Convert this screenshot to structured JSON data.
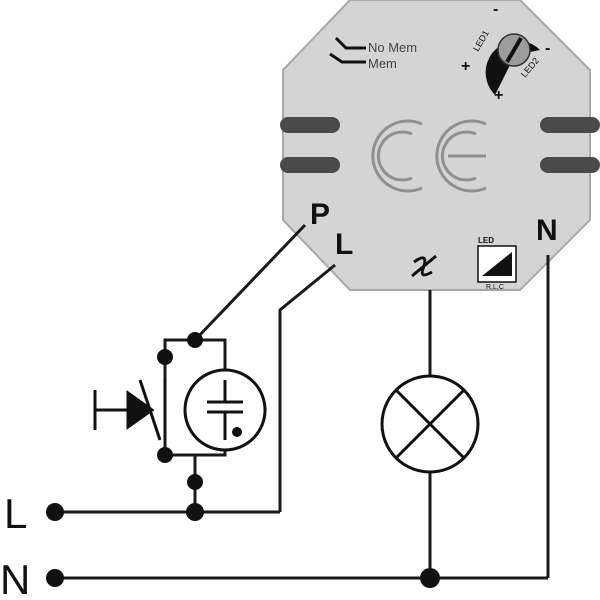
{
  "dimmer": {
    "mode_no_mem": "No Mem",
    "mode_mem": "Mem",
    "led1_label": "LED1",
    "led2_label": "LED2",
    "minus_top": "-",
    "minus_right": "-",
    "plus_left": "+",
    "plus_bottom": "+",
    "ce_mark": "CE",
    "terminal_p": "P",
    "terminal_l": "L",
    "terminal_n": "N",
    "led_badge_title": "LED",
    "led_badge_sub": "R,L,C"
  },
  "supply": {
    "line_label": "L",
    "neutral_label": "N"
  },
  "colors": {
    "housing": "#d4d4d4",
    "housing_stroke": "#9a9a9a",
    "slot": "#4a4a4a",
    "wire": "#1a1a1a",
    "ce": "#8f8f8f"
  }
}
